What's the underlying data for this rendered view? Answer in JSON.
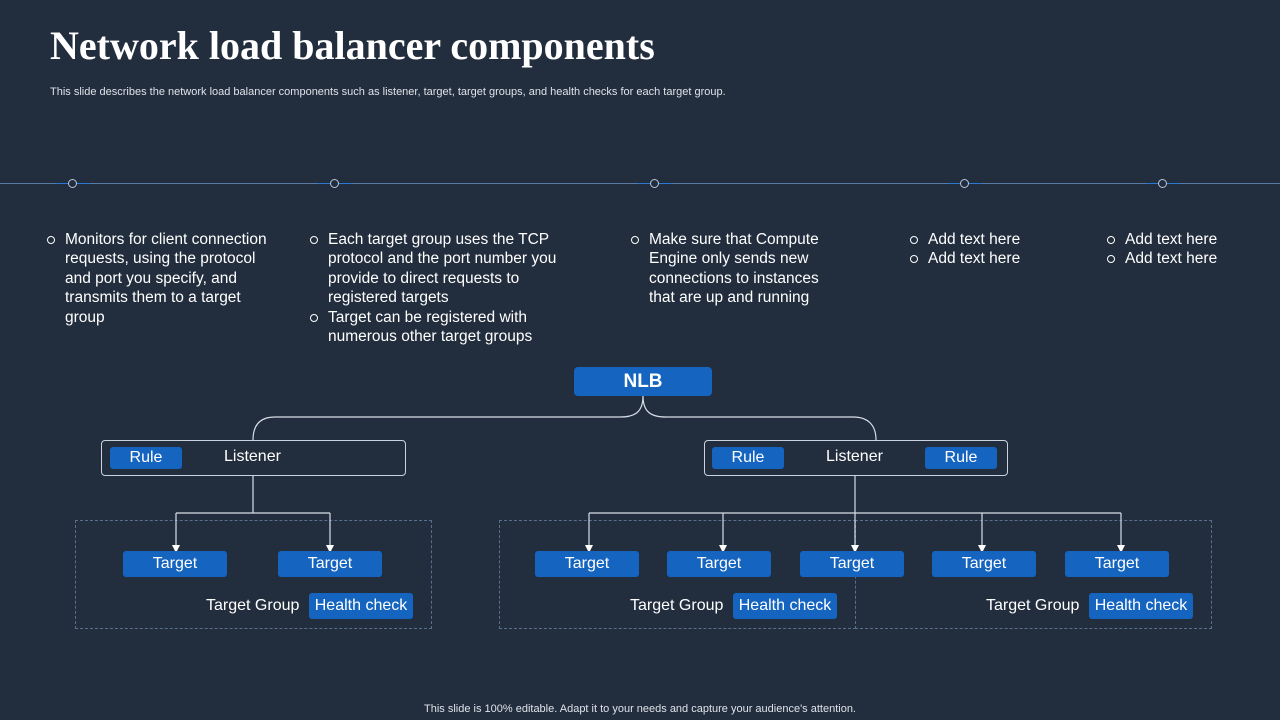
{
  "title": "Network load balancer components",
  "subtitle": "This slide describes the network load balancer components such as listener, target, target groups, and health checks for each target group.",
  "footer": "This slide is 100% editable. Adapt it to your needs and capture your audience's attention.",
  "columns": [
    {
      "bullets": [
        "Monitors for client connection requests, using the protocol and port you specify, and transmits them to a target group"
      ]
    },
    {
      "bullets": [
        "Each target group uses the TCP protocol and the port number you provide to direct requests to registered targets",
        "Target can be registered with numerous other target groups"
      ]
    },
    {
      "bullets": [
        "Make sure that Compute Engine only sends new connections to instances that are up and running"
      ]
    },
    {
      "bullets": [
        "Add text here",
        "Add text here"
      ]
    },
    {
      "bullets": [
        "Add text here",
        "Add text here"
      ]
    }
  ],
  "diagram": {
    "root": "NLB",
    "listener_label": "Listener",
    "rule_label": "Rule",
    "target_label": "Target",
    "target_group_label": "Target Group",
    "health_check_label": "Health check"
  },
  "colors": {
    "background": "#222d3d",
    "accent": "#1565c0",
    "line": "#5a7aa6"
  }
}
